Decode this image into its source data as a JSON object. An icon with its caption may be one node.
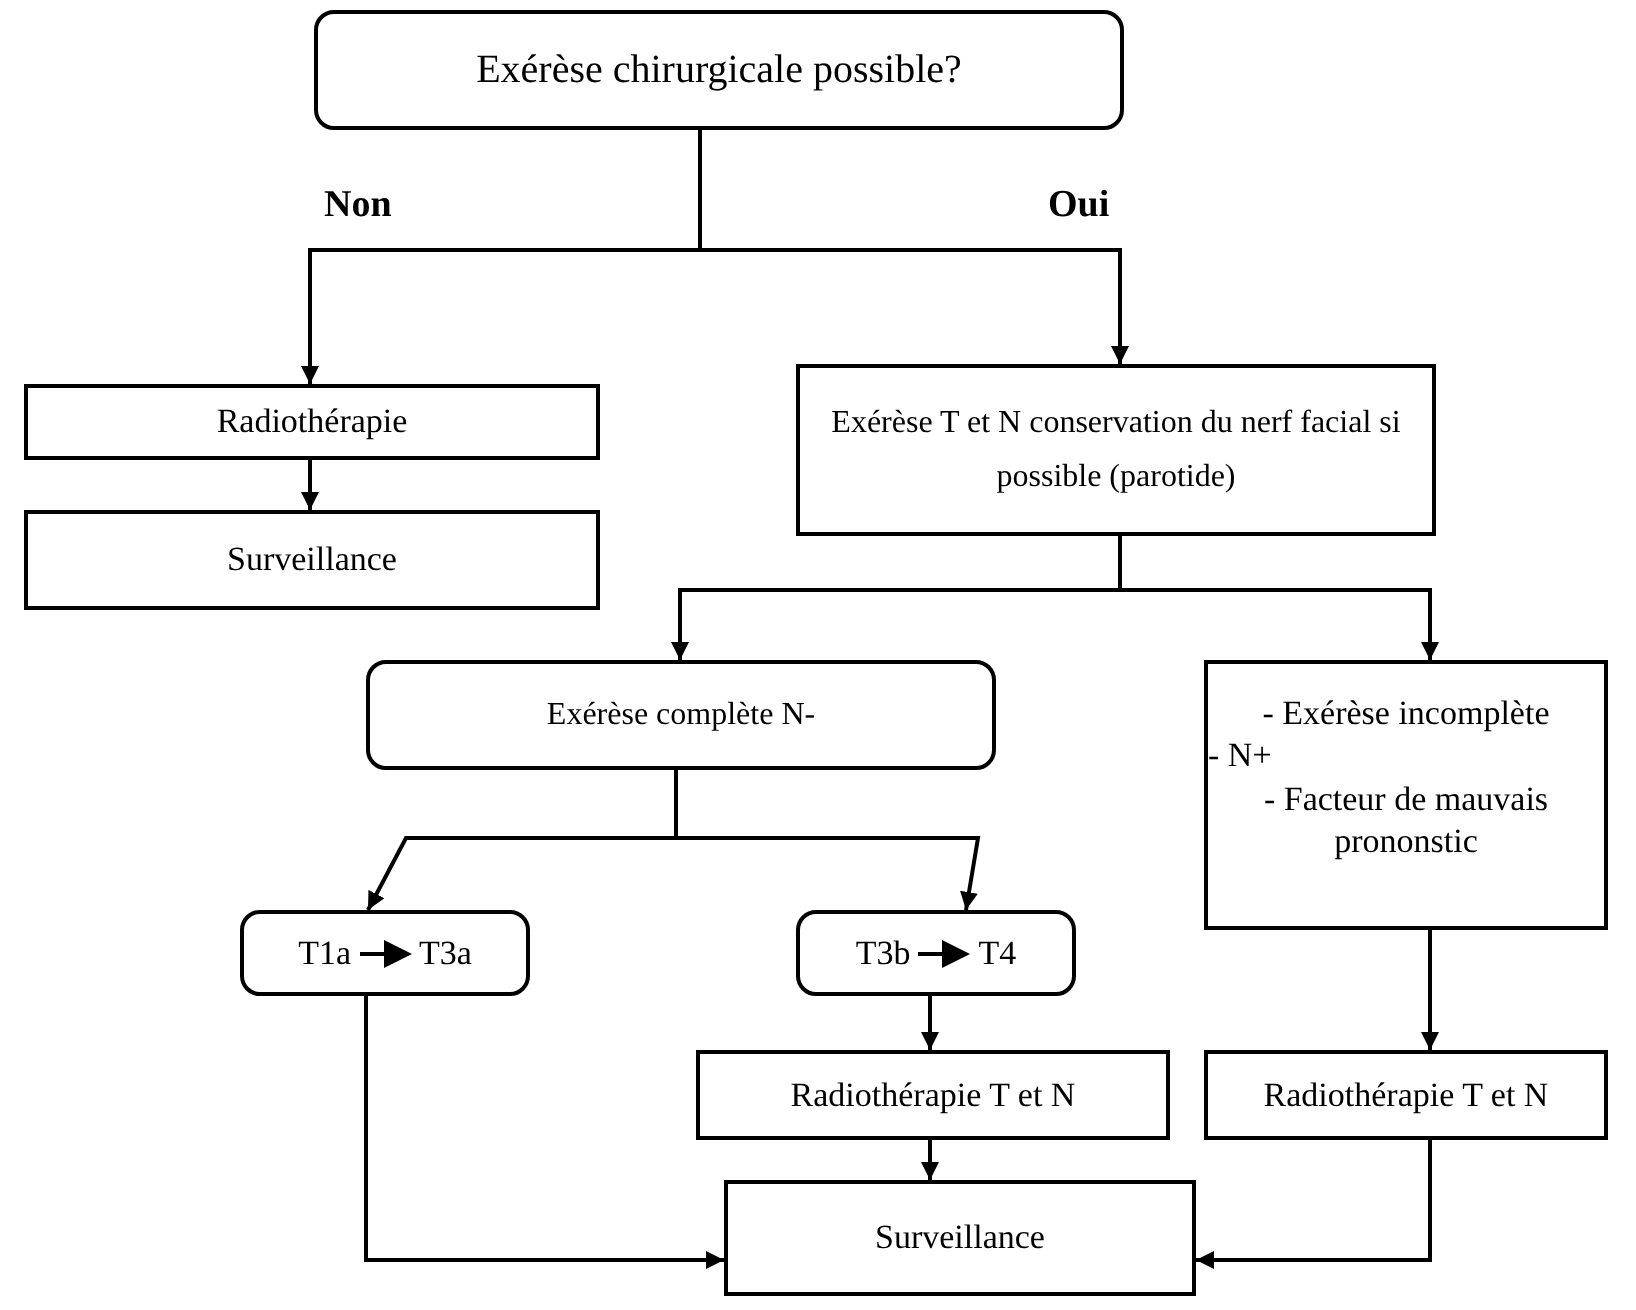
{
  "diagram": {
    "nodes": [
      {
        "text": [
          "Exérèse chirurgicale possible?"
        ]
      },
      {
        "text": [
          "Radiothérapie"
        ]
      },
      {
        "text": [
          "Surveillance"
        ]
      },
      {
        "text": [
          "Exérèse T et N conservation du nerf facial si possible (parotide)"
        ]
      },
      {
        "text": [
          "Exérèse complète N-"
        ]
      },
      {
        "text": [
          "T1a",
          "T3a"
        ]
      },
      {
        "text": [
          "T3b",
          "T4"
        ]
      },
      {
        "text": [
          "- Exérèse incomplète",
          "- N+",
          "- Facteur de mauvais prononstic"
        ]
      },
      {
        "text": [
          "Radiothérapie T et N"
        ]
      },
      {
        "text": [
          "Radiothérapie T et N"
        ]
      },
      {
        "text": [
          "Surveillance"
        ]
      }
    ],
    "edges": [
      {
        "from": 0,
        "to": 1,
        "arrow": "to",
        "label": "Non"
      },
      {
        "from": 0,
        "to": 3,
        "arrow": "to",
        "label": "Oui"
      },
      {
        "from": 1,
        "to": 2,
        "arrow": "to"
      },
      {
        "from": 3,
        "to": 4,
        "arrow": "to"
      },
      {
        "from": 3,
        "to": 7,
        "arrow": "to"
      },
      {
        "from": 4,
        "to": 5,
        "arrow": "to"
      },
      {
        "from": 4,
        "to": 6,
        "arrow": "to"
      },
      {
        "from": 5,
        "to": 10,
        "arrow": "to"
      },
      {
        "from": 6,
        "to": 8,
        "arrow": "to"
      },
      {
        "from": 7,
        "to": 9,
        "arrow": "to"
      },
      {
        "from": 8,
        "to": 10,
        "arrow": "to"
      },
      {
        "from": 9,
        "to": 10,
        "arrow": "to"
      }
    ]
  }
}
